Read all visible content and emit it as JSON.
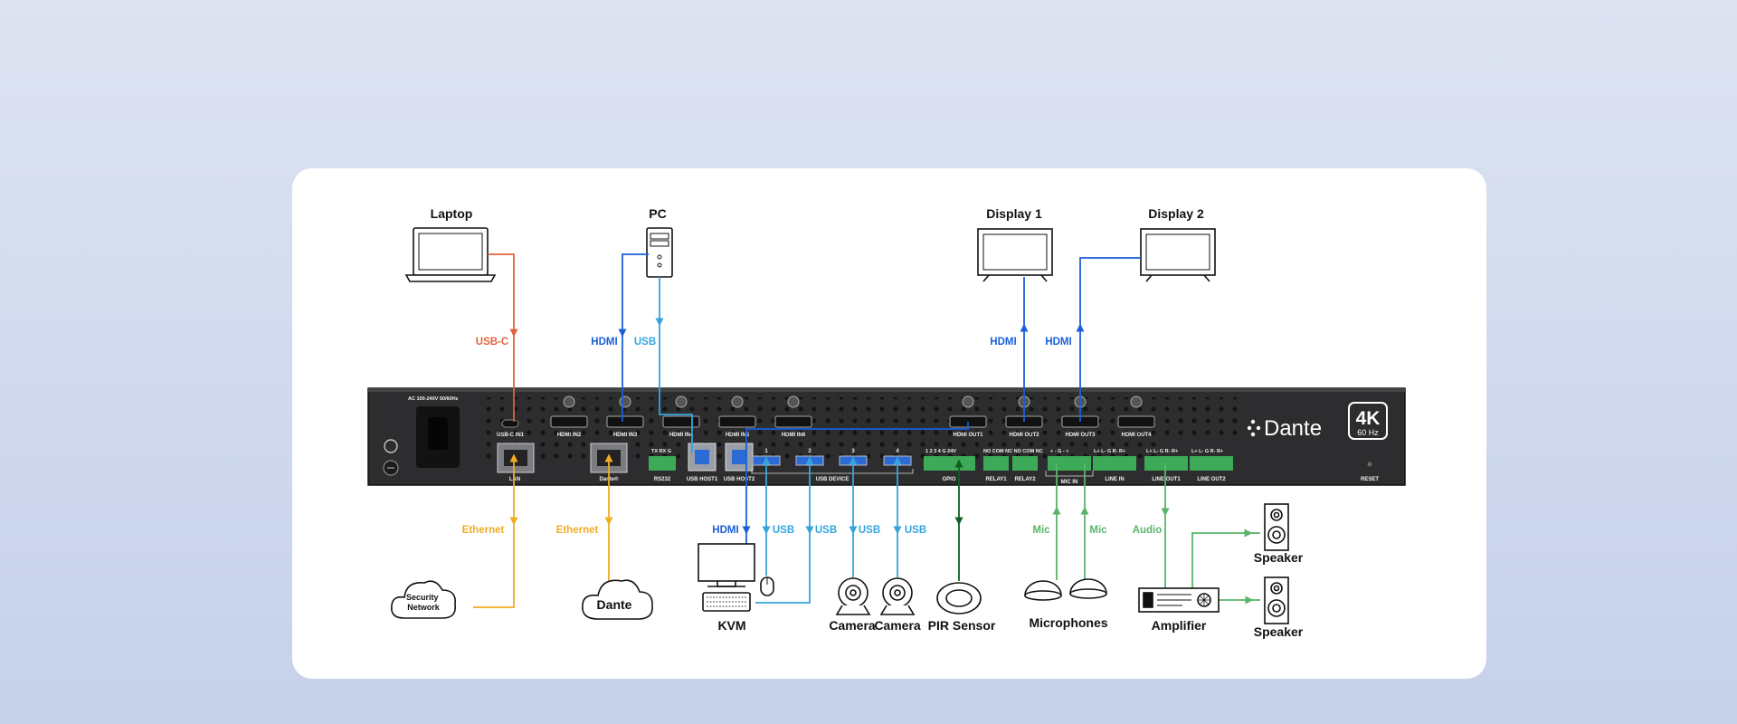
{
  "devices": {
    "laptop": "Laptop",
    "pc": "PC",
    "display1": "Display 1",
    "display2": "Display 2",
    "security_network": [
      "Security",
      "Network"
    ],
    "dante": "Dante",
    "kvm": "KVM",
    "camera1": "Camera",
    "camera2": "Camera",
    "pir_sensor": "PIR Sensor",
    "microphones": "Microphones",
    "amplifier": "Amplifier",
    "speaker1": "Speaker",
    "speaker2": "Speaker"
  },
  "connections": {
    "usb_c": "USB-C",
    "hdmi": "HDMI",
    "usb": "USB",
    "ethernet": "Ethernet",
    "mic": "Mic",
    "audio": "Audio"
  },
  "panel": {
    "power_label": "AC 100-240V 50/60Hz",
    "ports": {
      "usb_c_in1": "USB-C IN1",
      "lan": "LAN",
      "dante_port": "Dante®",
      "rs232": "RS232",
      "rs232_pins": "TX RX G",
      "usb_host1": "USB HOST1",
      "usb_host2": "USB HOST2",
      "hdmi_in2": "HDMI IN2",
      "hdmi_in3": "HDMI IN3",
      "hdmi_in4": "HDMI IN4",
      "hdmi_in5": "HDMI IN5",
      "hdmi_in6": "HDMI IN6",
      "hdmi_out1": "HDMI OUT1",
      "hdmi_out2": "HDMI OUT2",
      "hdmi_out3": "HDMI OUT3",
      "hdmi_out4": "HDMI OUT4",
      "usb_device": "USB DEVICE",
      "usb_dev_1": "1",
      "usb_dev_2": "2",
      "usb_dev_3": "3",
      "usb_dev_4": "4",
      "gpio": "GPIO",
      "gpio_pins": "1 2 3 4 G 24V",
      "relay1": "RELAY1",
      "relay2": "RELAY2",
      "relay_pins": "NO COM NC NO COM NC",
      "mic_in": "MIC IN",
      "mic_pins": "+ - G - +",
      "line_in": "LINE IN",
      "line_out1": "LINE OUT1",
      "line_out2": "LINE OUT2",
      "line_pins": "L+ L- G R- R+",
      "reset": "RESET"
    },
    "brand": "Dante",
    "badge_big": "4K",
    "badge_small": "60 Hz"
  },
  "colors": {
    "usb_c": "#e0623f",
    "hdmi": "#1a5fd8",
    "usb": "#35a4dd",
    "ethernet": "#f0ac22",
    "gpio": "#0f5f22",
    "audio": "#5ab56a"
  }
}
